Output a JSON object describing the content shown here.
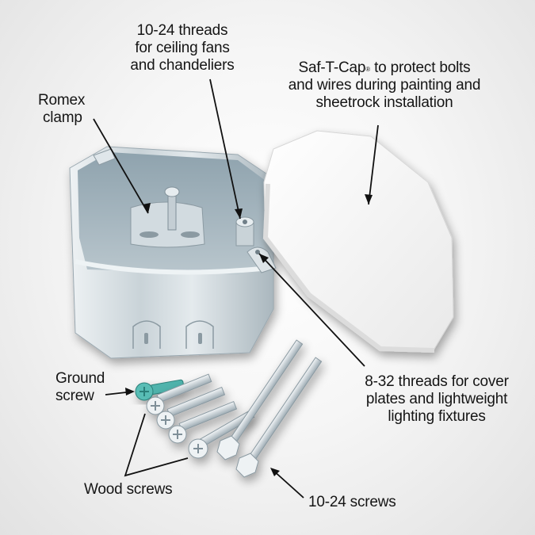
{
  "labels": {
    "threads_1024": {
      "lines": [
        "10-24 threads",
        "for ceiling fans",
        "and chandeliers"
      ]
    },
    "saf_t_cap": {
      "brand": "Saf-T-Cap",
      "trademark": "®",
      "line1_rest": " to protect bolts",
      "lines": [
        "and wires during painting and",
        "sheetrock installation"
      ]
    },
    "romex_clamp": {
      "lines": [
        "Romex",
        "clamp"
      ]
    },
    "threads_832": {
      "lines": [
        "8-32 threads for cover",
        "plates and lightweight",
        "lighting fixtures"
      ]
    },
    "ground_screw": {
      "lines": [
        "Ground",
        "screw"
      ]
    },
    "wood_screws": {
      "text": "Wood screws"
    },
    "screws_1024": {
      "text": "10-24 screws"
    }
  },
  "colors": {
    "metal_light": "#dfe6ea",
    "metal_mid": "#b7c3ca",
    "metal_dark": "#7f8f98",
    "cap_white": "#f4f4f4",
    "ground_screw_green": "#3aa7a0",
    "arrow": "#111111"
  }
}
